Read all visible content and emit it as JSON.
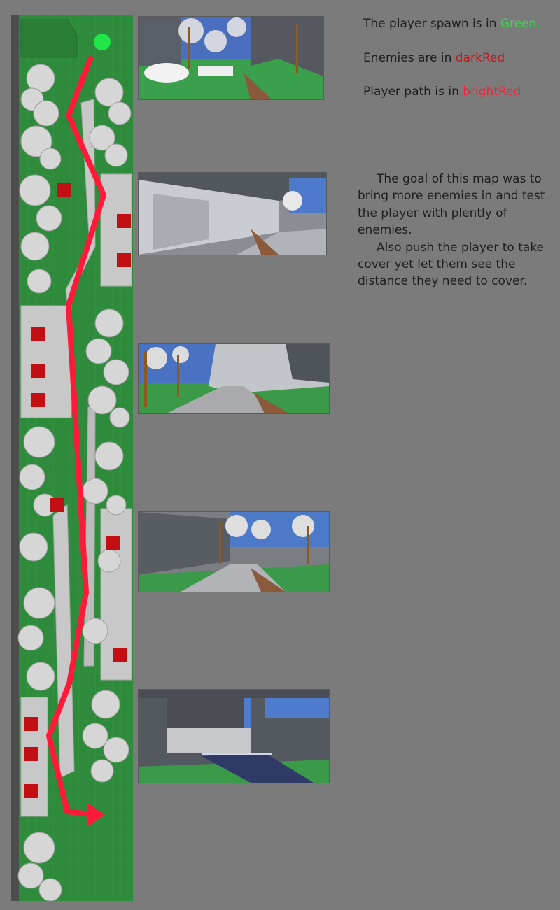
{
  "legend": {
    "spawn": {
      "prefix": "The player spawn is in ",
      "color_word": "Green.",
      "color": "#2de048"
    },
    "enemies": {
      "prefix": "Enemies are in ",
      "color_word": "darkRed",
      "color": "#c4171c"
    },
    "path": {
      "prefix": "Player path is in ",
      "color_word": "brightRed",
      "color": "#f0223e"
    }
  },
  "description": {
    "paragraph_1": "The goal of this map was to bring more enemies in and test the player with plently of enemies.",
    "paragraph_2": "Also push the player to take cover yet let them see the distance they need to cover."
  },
  "colors": {
    "background": "#7b7b7b",
    "map_grass": "#2f8b3c",
    "building": "#c7c7c7",
    "enemy": "#c10f14",
    "path": "#ff1a3a",
    "spawn": "#21e64a"
  },
  "screenshots": [
    {
      "scene": "forest-start"
    },
    {
      "scene": "building-corridor"
    },
    {
      "scene": "path-between-buildings"
    },
    {
      "scene": "courtyard"
    },
    {
      "scene": "gate-exit"
    }
  ]
}
